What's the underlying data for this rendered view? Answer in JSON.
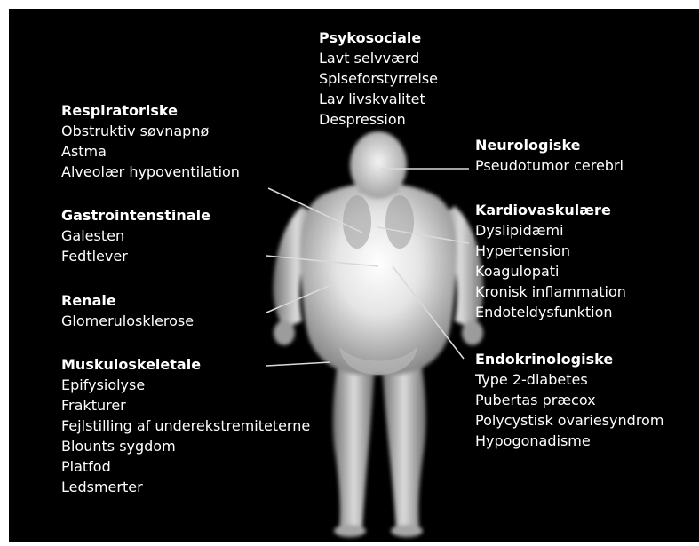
{
  "colors": {
    "background": "#000000",
    "text": "#ffffff",
    "leader_line": "#d9d9d9",
    "body_silhouette": "#dcdcdc"
  },
  "image": {
    "description_icon": "xray-body-silhouette"
  },
  "groups": {
    "psykosociale": {
      "heading": "Psykosociale",
      "items": [
        "Lavt selvværd",
        "Spiseforstyrrelse",
        "Lav livskvalitet",
        "Despression"
      ]
    },
    "respiratoriske": {
      "heading": "Respiratoriske",
      "items": [
        "Obstruktiv søvnapnø",
        "Astma",
        "Alveolær hypoventilation"
      ]
    },
    "neurologiske": {
      "heading": "Neurologiske",
      "items": [
        "Pseudotumor cerebri"
      ]
    },
    "gastrointestinale": {
      "heading": "Gastrointenstinale",
      "items": [
        "Galesten",
        "Fedtlever"
      ]
    },
    "kardiovaskulaere": {
      "heading": "Kardiovaskulære",
      "items": [
        "Dyslipidæmi",
        "Hypertension",
        "Koagulopati",
        "Kronisk inflammation",
        "Endoteldysfunktion"
      ]
    },
    "renale": {
      "heading": "Renale",
      "items": [
        "Glomerulosklerose"
      ]
    },
    "muskuloskeletale": {
      "heading": "Muskuloskeletale",
      "items": [
        "Epifysiolyse",
        "Frakturer",
        "Fejlstilling af underekstremiteterne",
        "Blounts sygdom",
        "Platfod",
        "Ledsmerter"
      ]
    },
    "endokrinologiske": {
      "heading": "Endokrinologiske",
      "items": [
        "Type 2-diabetes",
        "Pubertas præcox",
        "Polycystisk ovariesyndrom",
        "Hypogonadisme"
      ]
    }
  }
}
